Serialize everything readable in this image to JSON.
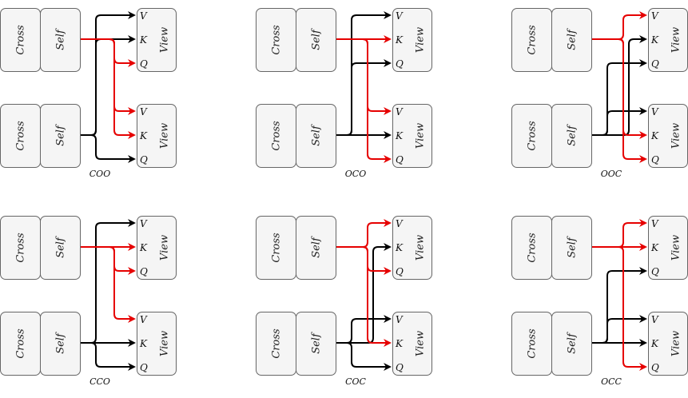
{
  "colors": {
    "query_path": "#e60000",
    "context_path": "#000000",
    "box_fill": "#f5f5f5",
    "box_border": "#666666"
  },
  "labels": {
    "cross": "Cross",
    "self": "Self",
    "view": "View",
    "ports": [
      "V",
      "K",
      "Q"
    ]
  },
  "panels": [
    {
      "caption": "COO",
      "red_to": [
        [
          "top",
          "Q"
        ],
        [
          "bottom",
          "V"
        ],
        [
          "bottom",
          "K"
        ]
      ],
      "black_to": [
        [
          "top",
          "V"
        ],
        [
          "top",
          "K"
        ],
        [
          "bottom",
          "Q"
        ]
      ]
    },
    {
      "caption": "OCO",
      "red_to": [
        [
          "top",
          "K"
        ],
        [
          "bottom",
          "V"
        ],
        [
          "bottom",
          "Q"
        ]
      ],
      "black_to": [
        [
          "top",
          "V"
        ],
        [
          "top",
          "Q"
        ],
        [
          "bottom",
          "K"
        ]
      ]
    },
    {
      "caption": "OOC",
      "red_to": [
        [
          "top",
          "V"
        ],
        [
          "bottom",
          "K"
        ],
        [
          "bottom",
          "Q"
        ]
      ],
      "black_to": [
        [
          "top",
          "K"
        ],
        [
          "top",
          "Q"
        ],
        [
          "bottom",
          "V"
        ]
      ]
    },
    {
      "caption": "CCO",
      "red_to": [
        [
          "top",
          "K"
        ],
        [
          "top",
          "Q"
        ],
        [
          "bottom",
          "V"
        ]
      ],
      "black_to": [
        [
          "top",
          "V"
        ],
        [
          "bottom",
          "K"
        ],
        [
          "bottom",
          "Q"
        ]
      ]
    },
    {
      "caption": "COC",
      "red_to": [
        [
          "top",
          "V"
        ],
        [
          "top",
          "Q"
        ],
        [
          "bottom",
          "K"
        ]
      ],
      "black_to": [
        [
          "top",
          "K"
        ],
        [
          "bottom",
          "V"
        ],
        [
          "bottom",
          "Q"
        ]
      ]
    },
    {
      "caption": "OCC",
      "red_to": [
        [
          "top",
          "V"
        ],
        [
          "top",
          "K"
        ],
        [
          "bottom",
          "Q"
        ]
      ],
      "black_to": [
        [
          "top",
          "Q"
        ],
        [
          "bottom",
          "V"
        ],
        [
          "bottom",
          "K"
        ]
      ]
    }
  ]
}
